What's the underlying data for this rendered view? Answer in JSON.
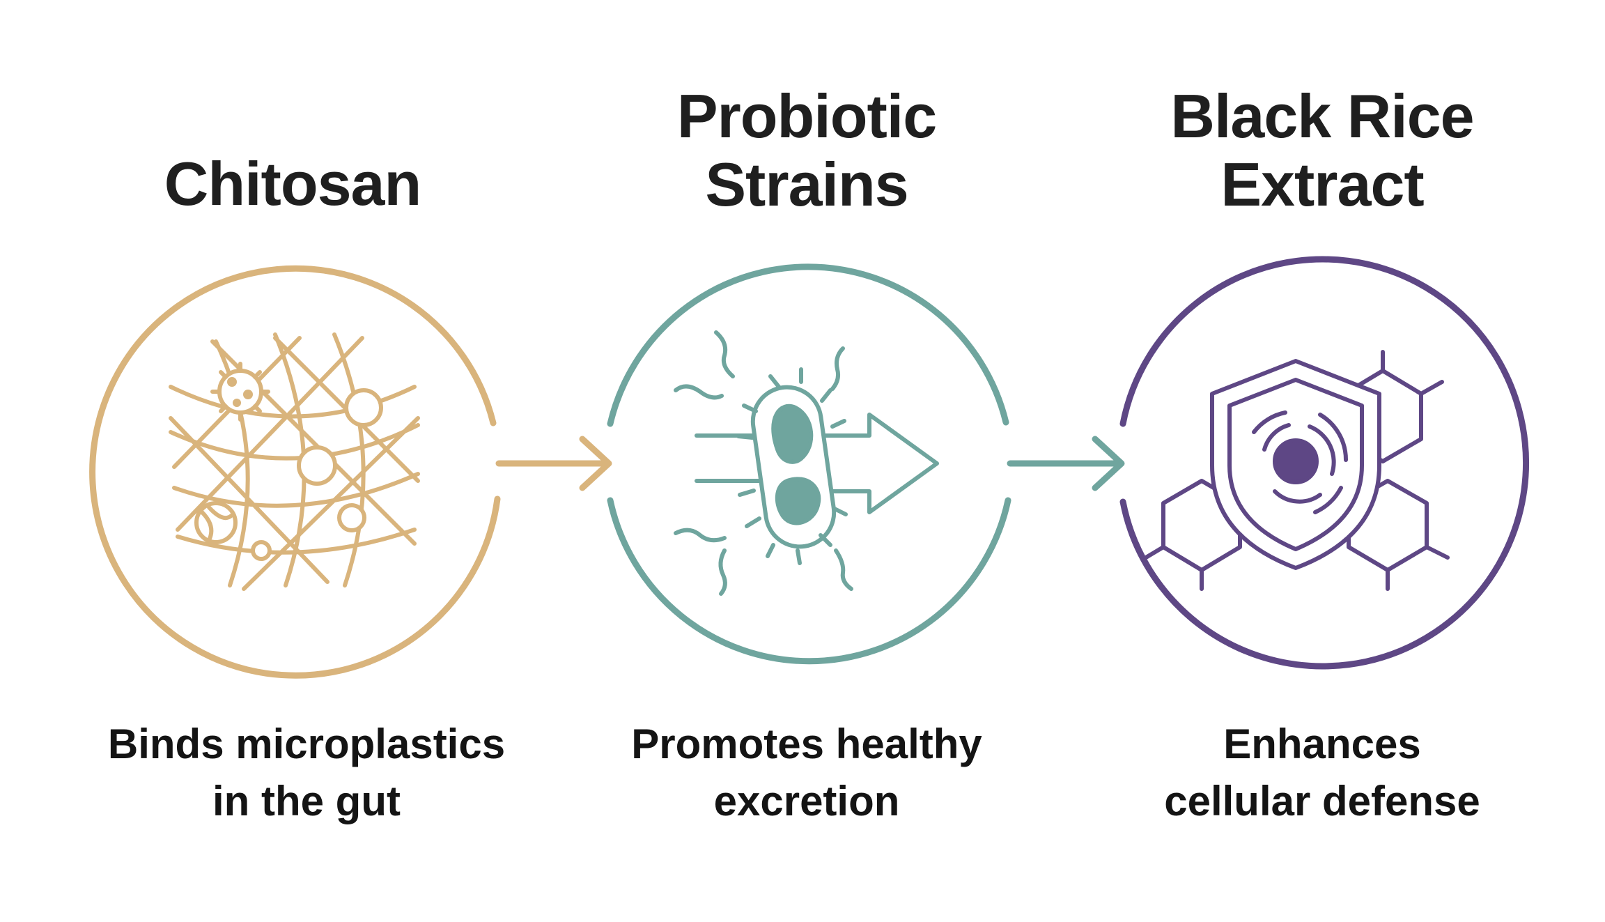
{
  "steps": [
    {
      "title_lines": [
        "Chitosan"
      ],
      "caption_lines": [
        "Binds microplastics",
        "in the gut"
      ],
      "color": "#D9B47C",
      "icon": "microplastic-mesh-icon"
    },
    {
      "title_lines": [
        "Probiotic",
        "Strains"
      ],
      "caption_lines": [
        "Promotes healthy",
        "excretion"
      ],
      "color": "#6FA59E",
      "icon": "probiotic-bacteria-icon"
    },
    {
      "title_lines": [
        "Black Rice",
        "Extract"
      ],
      "caption_lines": [
        "Enhances",
        "cellular defense"
      ],
      "color": "#5E4785",
      "icon": "shield-cell-icon"
    }
  ]
}
